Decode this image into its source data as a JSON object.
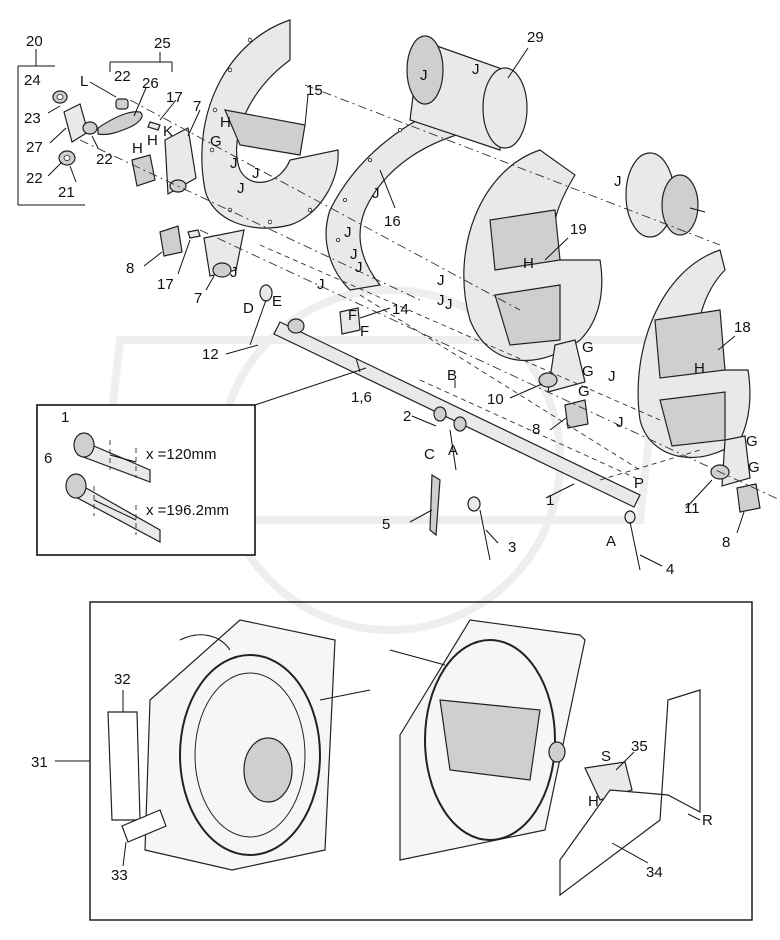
{
  "diagram": {
    "callouts": {
      "n20": "20",
      "n24": "24",
      "n23": "23",
      "n27": "27",
      "n22a": "22",
      "n21": "21",
      "n25": "25",
      "nL": "L",
      "n22b": "22",
      "n26": "26",
      "n22c": "22",
      "n17a": "17",
      "nK": "K",
      "nH1": "H",
      "nH2": "H",
      "n7a": "7",
      "n15": "15",
      "nH3": "H",
      "nG1": "G",
      "nJ1": "J",
      "nJ2": "J",
      "nJ3": "J",
      "n29": "29",
      "nJ4": "J",
      "nJ5": "J",
      "nJ6": "J",
      "nJ7": "J",
      "n16": "16",
      "nJ8": "J",
      "nJ9": "J",
      "nJ10": "J",
      "nJ11": "J",
      "n19": "19",
      "nH4": "H",
      "nJ12": "J",
      "nJ13": "J",
      "nJ14": "J",
      "n18": "18",
      "nH5": "H",
      "nJ15": "J",
      "nJ16": "J",
      "n8a": "8",
      "n17b": "17",
      "n7b": "7",
      "nJ17": "J",
      "nD": "D",
      "nE": "E",
      "nF1": "F",
      "nF2": "F",
      "n14": "14",
      "n12": "12",
      "n16b": "1,6",
      "nB": "B",
      "n10": "10",
      "nG2": "G",
      "nG3": "G",
      "nG4": "G",
      "n8b": "8",
      "n2": "2",
      "nA1": "A",
      "nC": "C",
      "n5": "5",
      "n3": "3",
      "n1": "1",
      "nP": "P",
      "nA2": "A",
      "n4": "4",
      "nG5": "G",
      "nG6": "G",
      "n11": "11",
      "n8c": "8",
      "n31": "31",
      "n32": "32",
      "n33": "33",
      "nS": "S",
      "n35": "35",
      "nH6": "H",
      "nR": "R",
      "n34": "34"
    },
    "inset": {
      "label_1": "1",
      "label_6": "6",
      "dim_1": "x =120mm",
      "dim_6": "x =196.2mm"
    }
  }
}
